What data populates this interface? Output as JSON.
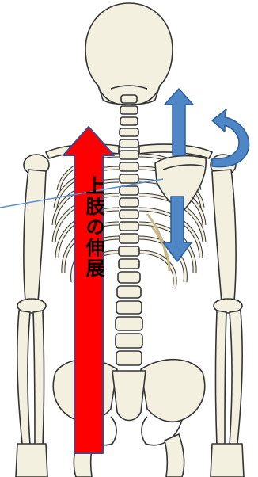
{
  "label": {
    "text": "上肢の伸展"
  },
  "colors": {
    "bone_fill": "#f3f0df",
    "bone_stroke": "#333333",
    "rib_shadow": "#c9b889",
    "red_arrow": "#ff0000",
    "red_arrow_outline": "#3a4a8a",
    "blue_arrow": "#4f86c6",
    "blue_arrow_outline": "#2a5d9a",
    "pointer_line": "#5b8fd1"
  },
  "icons": [
    "skeleton-back-view",
    "red-up-arrow",
    "blue-up-arrow",
    "blue-down-arrow",
    "blue-rotation-arrow"
  ]
}
